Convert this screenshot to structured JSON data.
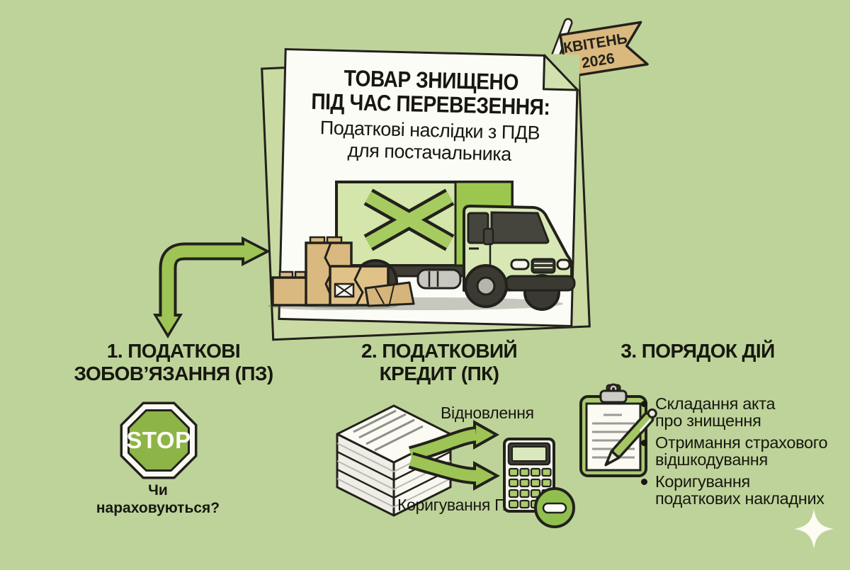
{
  "flag": {
    "month": "КВІТЕНЬ",
    "year": "2026"
  },
  "card": {
    "title": "ТОВАР ЗНИЩЕНО\nПІД ЧАС ПЕРЕВЕЗЕННЯ:",
    "subtitle": "Податкові наслідки з ПДВ\nдля постачальника"
  },
  "sections": {
    "s1": {
      "heading": "1. ПОДАТКОВІ\nЗОБОВ’ЯЗАННЯ (ПЗ)",
      "stop_label": "STOP",
      "question": "Чи\nнараховуються?"
    },
    "s2": {
      "heading": "2. ПОДАТКОВИЙ\nКРЕДИТ (ПК)",
      "arrow_top_label": "Відновлення",
      "arrow_bottom_label": "Коригування ПК"
    },
    "s3": {
      "heading": "3. ПОРЯДОК ДІЙ",
      "bullets": [
        "Складання акта\nпро знищення",
        "Отримання страхового\nвідшкодування",
        "Коригування\nподаткових накладних"
      ]
    }
  },
  "colors": {
    "background": "#bed39a",
    "accent_green": "#9dc455",
    "ink": "#22211b",
    "flag_tan": "#d9b97e",
    "paper_white": "#fcfcf6",
    "stop_green": "#8db446"
  }
}
